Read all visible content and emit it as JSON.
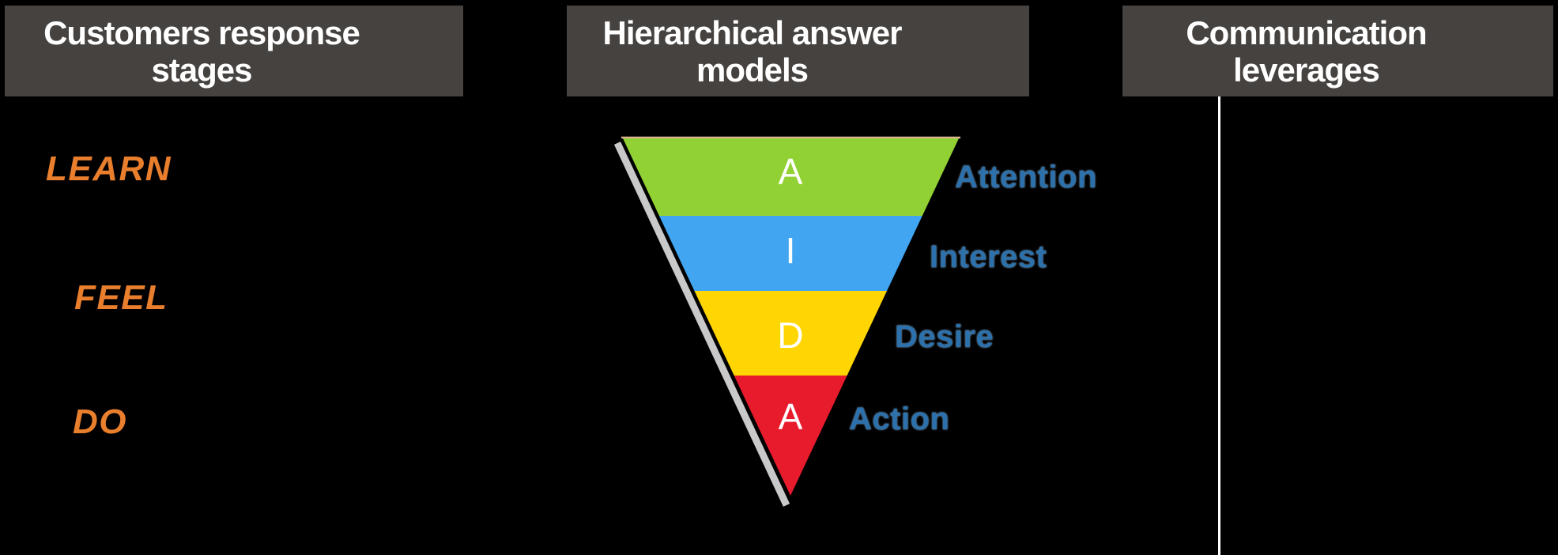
{
  "headers": [
    {
      "line1": "Customers response",
      "line2": "stages"
    },
    {
      "line1": "Hierarchical answer",
      "line2": "models"
    },
    {
      "line1": "Communication",
      "line2": "leverages"
    }
  ],
  "response_stages": [
    {
      "label": "LEARN"
    },
    {
      "label": "FEEL"
    },
    {
      "label": "DO"
    }
  ],
  "funnel": {
    "segments": [
      {
        "letter": "A",
        "label": "Attention",
        "color": "#92D133"
      },
      {
        "letter": "I",
        "label": "Interest",
        "color": "#41A5F1"
      },
      {
        "letter": "D",
        "label": "Desire",
        "color": "#FFD502"
      },
      {
        "letter": "A",
        "label": "Action",
        "color": "#E81B2C"
      }
    ],
    "letter_color": "#FFFFFF",
    "shadow_color": "#C9C9C9",
    "top_edge_color": "#DDB393"
  },
  "colors": {
    "background": "#000000",
    "header_background": "#454240",
    "header_text": "#FFFFFF",
    "stage_text": "#E97E2D",
    "label_text": "#2C71AC",
    "divider": "#FFFFFF"
  }
}
